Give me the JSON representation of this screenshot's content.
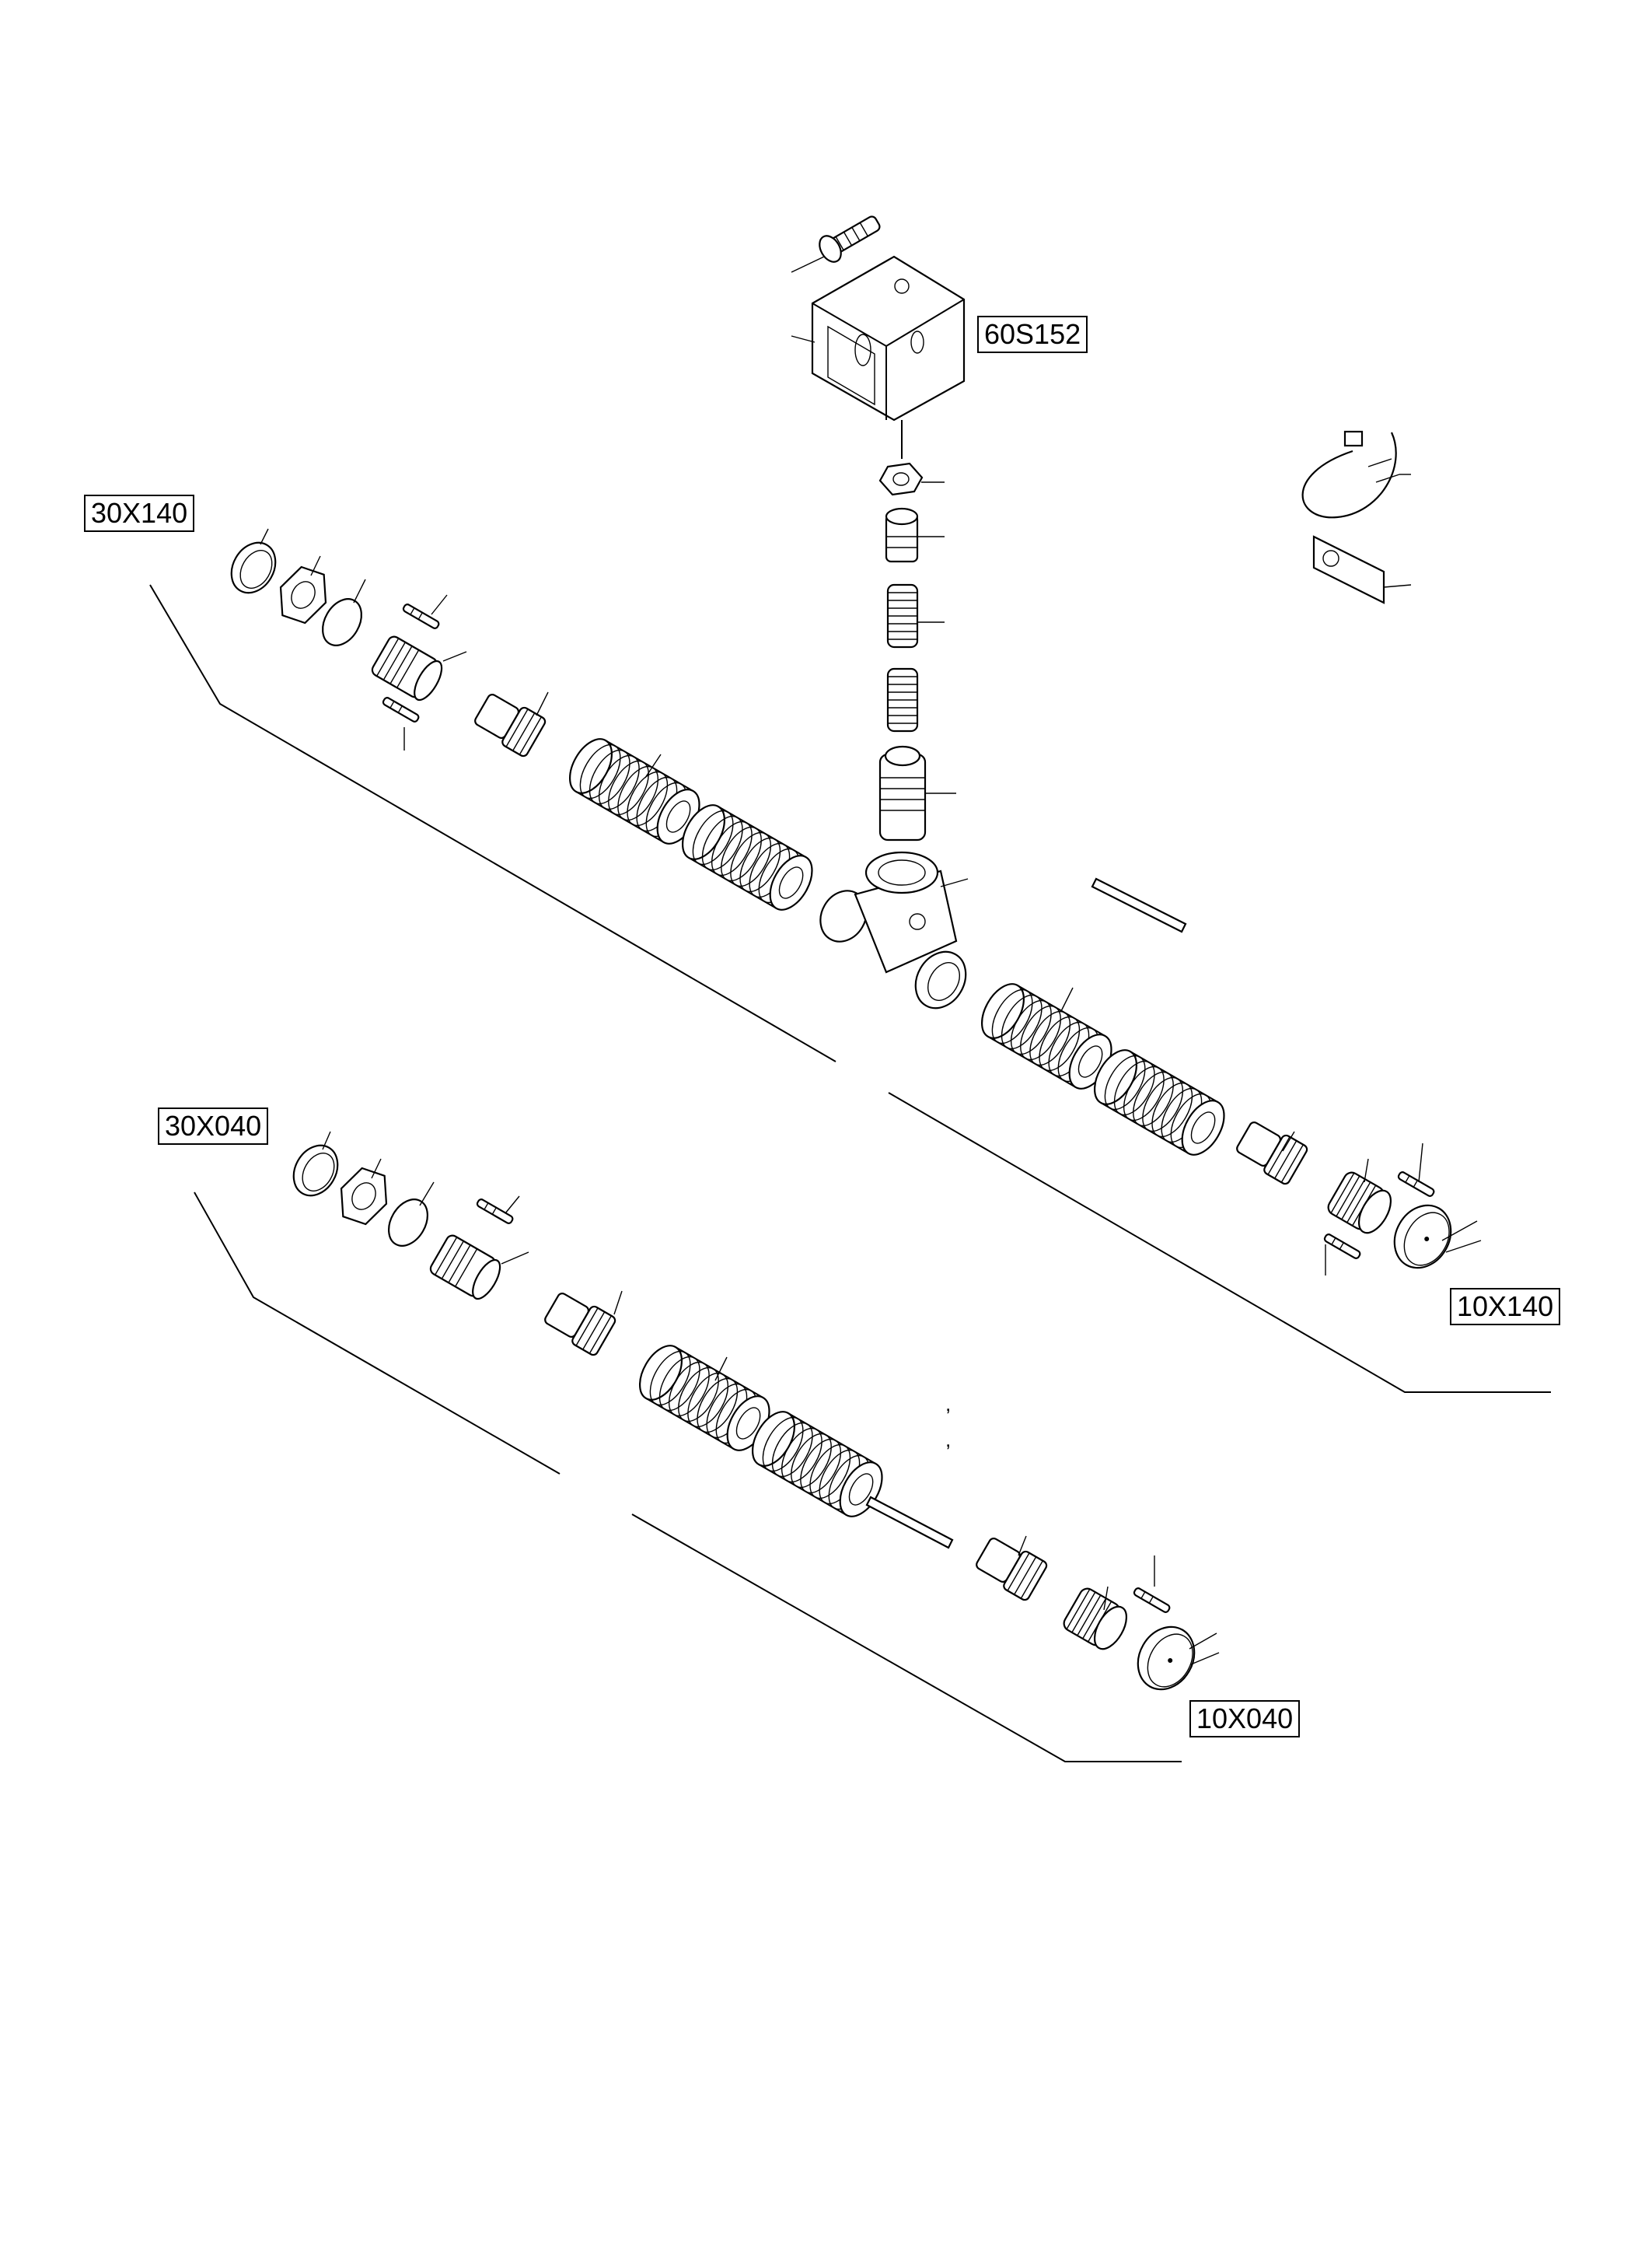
{
  "labels": {
    "solenoid_connector": "60S152",
    "upper_left_end": "30X140",
    "upper_right_end": "10X140",
    "lower_left_end": "30X040",
    "lower_right_end": "10X040"
  },
  "marks": {
    "apostrophe_1": ",",
    "apostrophe_2": ","
  }
}
